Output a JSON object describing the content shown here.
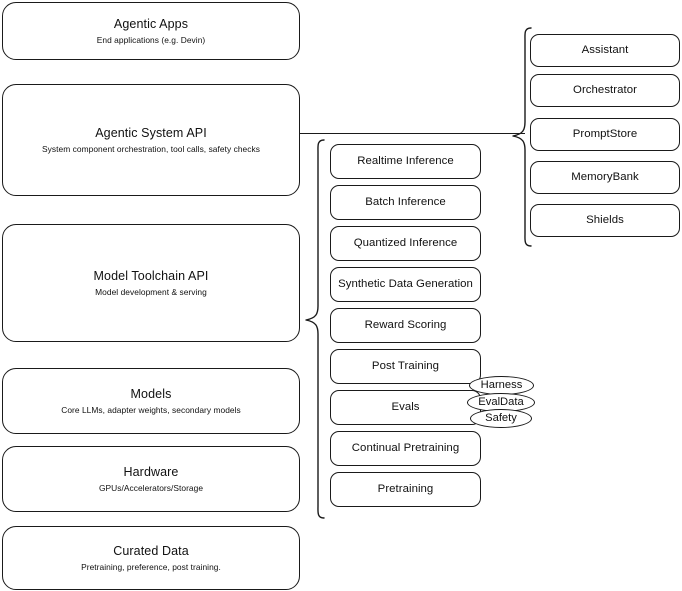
{
  "diagram": {
    "type": "layered-stack-architecture",
    "accent_color": "#1a1a1a",
    "background_color": "#ffffff"
  },
  "left_stack": {
    "name": "platform-layers",
    "items": [
      {
        "title": "Agentic Apps",
        "subtitle": "End applications (e.g. Devin)"
      },
      {
        "title": "Agentic System API",
        "subtitle": "System component orchestration, tool calls, safety checks"
      },
      {
        "title": "Model Toolchain API",
        "subtitle": "Model development & serving"
      },
      {
        "title": "Models",
        "subtitle": "Core LLMs, adapter weights, secondary models"
      },
      {
        "title": "Hardware",
        "subtitle": "GPUs/Accelerators/Storage"
      },
      {
        "title": "Curated Data",
        "subtitle": "Pretraining, preference, post training."
      }
    ]
  },
  "middle_group": {
    "name": "model-toolchain-capabilities",
    "items": [
      {
        "label": "Realtime Inference"
      },
      {
        "label": "Batch Inference"
      },
      {
        "label": "Quantized Inference"
      },
      {
        "label": "Synthetic Data Generation"
      },
      {
        "label": "Reward Scoring"
      },
      {
        "label": "Post Training"
      },
      {
        "label": "Evals"
      },
      {
        "label": "Continual Pretraining"
      },
      {
        "label": "Pretraining"
      }
    ]
  },
  "evals_pills": {
    "name": "evals-subcomponents",
    "items": [
      {
        "label": "Harness"
      },
      {
        "label": "EvalData"
      },
      {
        "label": "Safety"
      }
    ]
  },
  "right_group": {
    "name": "agentic-system-components",
    "items": [
      {
        "label": "Assistant"
      },
      {
        "label": "Orchestrator"
      },
      {
        "label": "PromptStore"
      },
      {
        "label": "MemoryBank"
      },
      {
        "label": "Shields"
      }
    ]
  }
}
